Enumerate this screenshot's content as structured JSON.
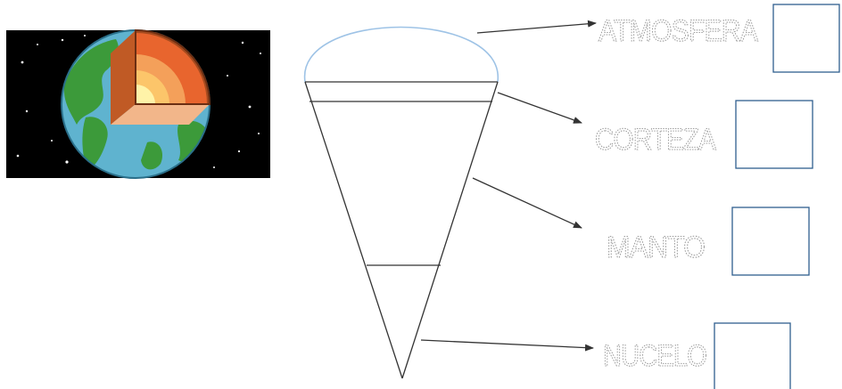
{
  "diagram": {
    "layers": [
      {
        "id": "atmosfera",
        "label": "ATMOSFERA"
      },
      {
        "id": "corteza",
        "label": "CORTEZA"
      },
      {
        "id": "manto",
        "label": "MANTO"
      },
      {
        "id": "nucleo",
        "label": "NUCELO"
      }
    ],
    "colors": {
      "space": "#000000",
      "ocean": "#5fb3cf",
      "land": "#3c9a3a",
      "crust": "#f08a3a",
      "mantle": "#f4a05a",
      "outer_core": "#fcc56a",
      "inner_core": "#fff3a8",
      "atmosphere_arc": "#9ec3e6",
      "answer_box_border": "#2f5f8f"
    },
    "icons": {
      "earth": "earth-cross-section-illustration"
    }
  }
}
